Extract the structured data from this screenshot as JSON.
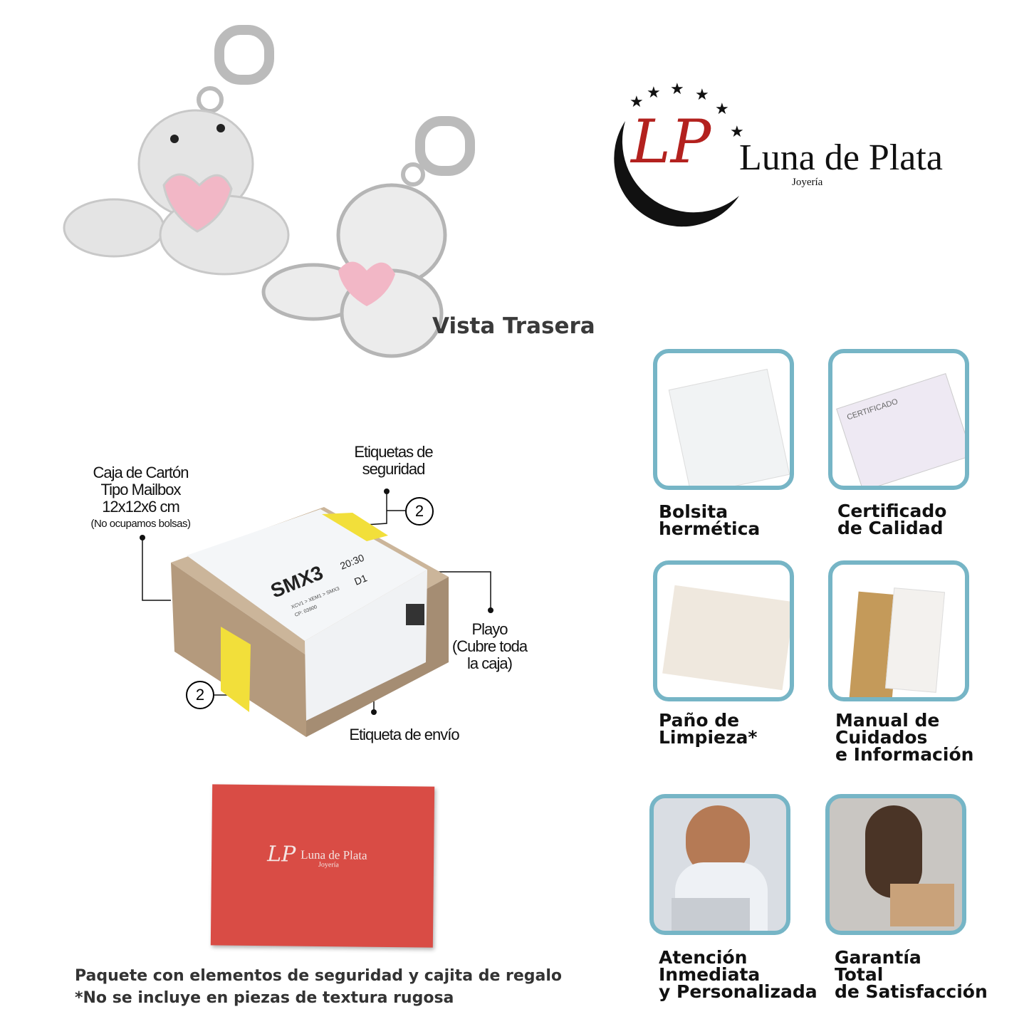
{
  "product": {
    "back_view_label": "Vista Trasera"
  },
  "logo": {
    "brand": "Luna de Plata",
    "subtitle": "Joyería",
    "monogram": "LP"
  },
  "package": {
    "box_label_line1": "Caja de Cartón",
    "box_label_line2": "Tipo Mailbox",
    "box_label_line3": "12x12x6 cm",
    "box_note": "(No ocupamos bolsas)",
    "security_labels_line1": "Etiquetas de",
    "security_labels_line2": "seguridad",
    "security_count_top": "2",
    "security_count_bottom": "2",
    "wrap_line1": "Playo",
    "wrap_line2": "(Cubre toda",
    "wrap_line3": "la caja)",
    "shipping_label": "Etiqueta de envío",
    "shipping_code": "SMX3",
    "shipping_time": "20:30",
    "shipping_route": "D1",
    "shipping_sub": "XCV1 > XEM1 > SMX3",
    "shipping_cp": "CP: 03900"
  },
  "gift_box": {
    "brand": "Luna de Plata",
    "subtitle": "Joyería"
  },
  "features": [
    {
      "label": "Bolsita\nhermética"
    },
    {
      "label": "Certificado\nde Calidad",
      "image_text": "CERTIFICADO"
    },
    {
      "label": "Paño de\nLimpieza*"
    },
    {
      "label": "Manual de\nCuidados\ne Información"
    },
    {
      "label": "Atención\nInmediata\ny Personalizada"
    },
    {
      "label": "Garantía\nTotal\nde Satisfacción"
    }
  ],
  "footer": {
    "line1": "Paquete con elementos de seguridad y cajita de regalo",
    "line2": "*No se incluye en piezas de textura rugosa"
  },
  "colors": {
    "tile_border": "#76b5c6",
    "brand_red": "#b3211e",
    "gift_box": "#d94c45"
  }
}
